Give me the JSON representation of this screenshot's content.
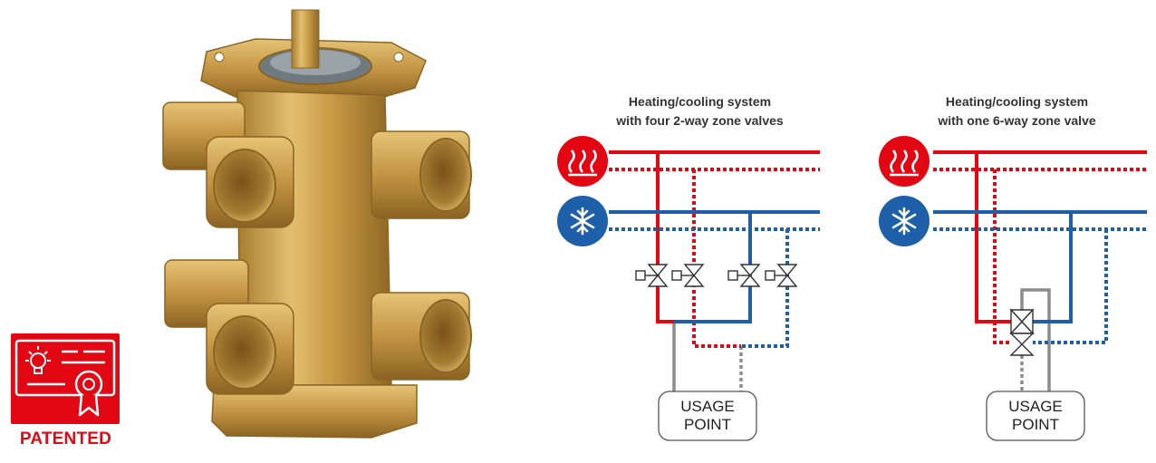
{
  "badge": {
    "label": "PATENTED",
    "color": "#e30613"
  },
  "photo": {
    "subject": "6-way brass zone valve",
    "color_brass": "#c9a04a"
  },
  "diagrams": [
    {
      "title_line1": "Heating/cooling system",
      "title_line2": "with four 2-way zone valves",
      "usage_line1": "USAGE",
      "usage_line2": "POINT"
    },
    {
      "title_line1": "Heating/cooling system",
      "title_line2": "with one 6-way zone valve",
      "usage_line1": "USAGE",
      "usage_line2": "POINT"
    }
  ],
  "icons": {
    "heating": "heating-icon",
    "cooling": "snowflake-icon"
  },
  "colors": {
    "heating": "#e30613",
    "cooling": "#1d5fa8",
    "usage": "#8c8c8c"
  }
}
